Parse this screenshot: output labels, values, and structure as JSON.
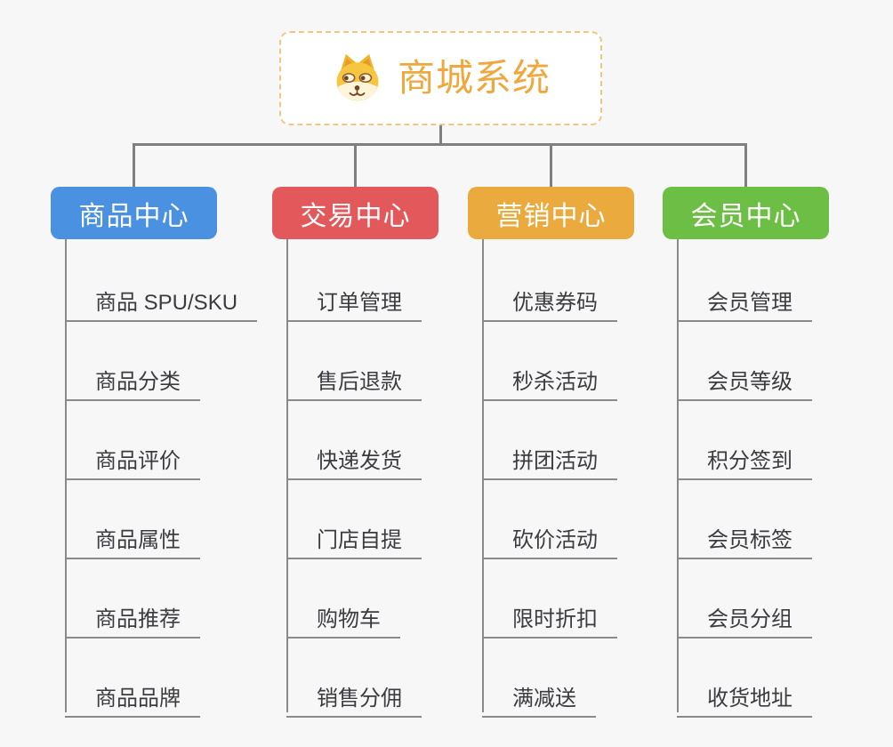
{
  "root": {
    "title": "商城系统",
    "icon": "shiba-dog-icon",
    "title_color": "#f0a83e",
    "border_color": "#f4c57d"
  },
  "branches": [
    {
      "id": "product-center",
      "label": "商品中心",
      "color": "#4b91e2",
      "children": [
        "商品 SPU/SKU",
        "商品分类",
        "商品评价",
        "商品属性",
        "商品推荐",
        "商品品牌"
      ]
    },
    {
      "id": "trade-center",
      "label": "交易中心",
      "color": "#e3595b",
      "children": [
        "订单管理",
        "售后退款",
        "快递发货",
        "门店自提",
        "购物车",
        "销售分佣"
      ]
    },
    {
      "id": "marketing-center",
      "label": "营销中心",
      "color": "#eaaa3d",
      "children": [
        "优惠券码",
        "秒杀活动",
        "拼团活动",
        "砍价活动",
        "限时折扣",
        "满减送"
      ]
    },
    {
      "id": "member-center",
      "label": "会员中心",
      "color": "#6dbe45",
      "children": [
        "会员管理",
        "会员等级",
        "积分签到",
        "会员标签",
        "会员分组",
        "收货地址"
      ]
    }
  ],
  "colors": {
    "background": "#f7f7f7",
    "connector": "#7f7f7f",
    "leaf_underline": "#8a8a8a",
    "leaf_text": "#3b3b40"
  }
}
